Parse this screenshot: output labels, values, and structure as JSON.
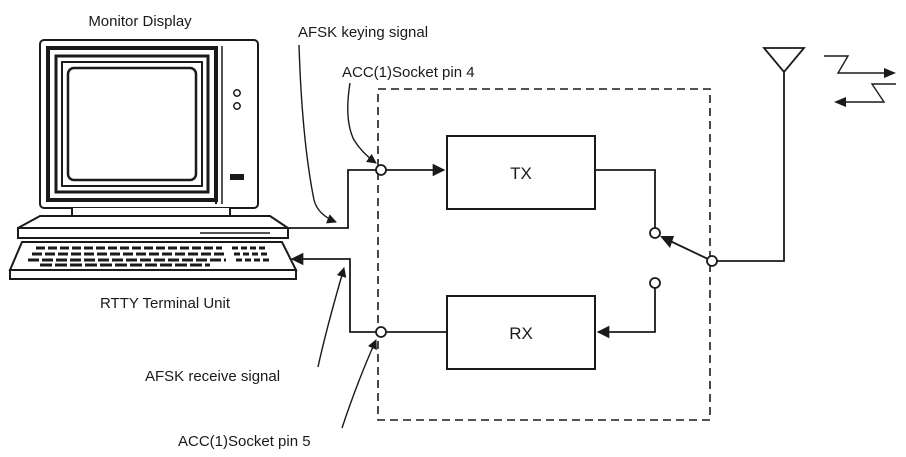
{
  "labels": {
    "monitor": "Monitor Display",
    "afsk_keying": "AFSK keying signal",
    "acc_pin4": "ACC(1)Socket pin 4",
    "tx": "TX",
    "rx": "RX",
    "terminal": "RTTY Terminal Unit",
    "afsk_receive": "AFSK receive signal",
    "acc_pin5": "ACC(1)Socket pin 5"
  },
  "icons": [
    "computer-icon",
    "antenna-icon",
    "radio-waves-icon",
    "switch-icon"
  ]
}
